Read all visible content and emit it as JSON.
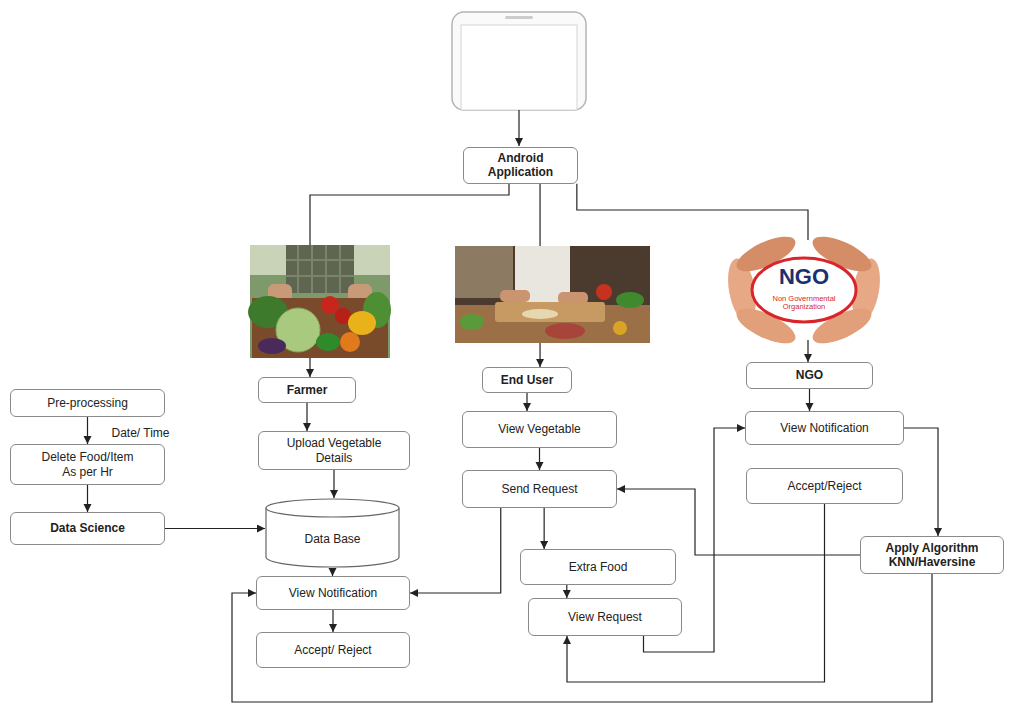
{
  "diagram": {
    "nodes": [
      {
        "text": [
          "Android Application"
        ]
      },
      {
        "text": [
          "Farmer"
        ]
      },
      {
        "text": [
          "End User"
        ]
      },
      {
        "text": [
          "NGO"
        ]
      },
      {
        "text": [
          "Pre-processing"
        ]
      },
      {
        "text": [
          "Delete Food/Item As per Hr"
        ]
      },
      {
        "text": [
          "Data Science"
        ]
      },
      {
        "text": [
          "Upload Vegetable Details"
        ]
      },
      {
        "text": [
          "Data Base"
        ]
      },
      {
        "text": [
          "View Notification"
        ]
      },
      {
        "text": [
          "Accept/ Reject"
        ]
      },
      {
        "text": [
          "View Vegetable"
        ]
      },
      {
        "text": [
          "Send Request"
        ]
      },
      {
        "text": [
          "Extra Food"
        ]
      },
      {
        "text": [
          "View Request"
        ]
      },
      {
        "text": [
          "View Notification"
        ]
      },
      {
        "text": [
          "Accept/Reject"
        ]
      },
      {
        "text": [
          "Apply Algorithm KNN/Haversine"
        ]
      }
    ],
    "edges": [
      {
        "from": 0,
        "to": 1,
        "arrow": "to"
      },
      {
        "from": 0,
        "to": 2,
        "arrow": "to"
      },
      {
        "from": 0,
        "to": 3,
        "arrow": "to"
      },
      {
        "from": 4,
        "to": 5,
        "arrow": "to",
        "label": "Date/ Time"
      },
      {
        "from": 5,
        "to": 6,
        "arrow": "to"
      },
      {
        "from": 6,
        "to": 8,
        "arrow": "to"
      },
      {
        "from": 1,
        "to": 7,
        "arrow": "to"
      },
      {
        "from": 7,
        "to": 8,
        "arrow": "to"
      },
      {
        "from": 8,
        "to": 9,
        "arrow": "to"
      },
      {
        "from": 9,
        "to": 10,
        "arrow": "to"
      },
      {
        "from": 2,
        "to": 11,
        "arrow": "to"
      },
      {
        "from": 11,
        "to": 12,
        "arrow": "to"
      },
      {
        "from": 12,
        "to": 9,
        "arrow": "to"
      },
      {
        "from": 12,
        "to": 13,
        "arrow": "to"
      },
      {
        "from": 13,
        "to": 14,
        "arrow": "to"
      },
      {
        "from": 3,
        "to": 15,
        "arrow": "to"
      },
      {
        "from": 14,
        "to": 15,
        "arrow": "to"
      },
      {
        "from": 15,
        "to": 17,
        "arrow": "to"
      },
      {
        "from": 16,
        "to": 14,
        "arrow": "to"
      },
      {
        "from": 17,
        "to": 12,
        "arrow": "to"
      },
      {
        "from": 17,
        "to": 9,
        "arrow": "to"
      }
    ],
    "labels": [
      "NGO",
      "Non Governmental Organization"
    ]
  }
}
